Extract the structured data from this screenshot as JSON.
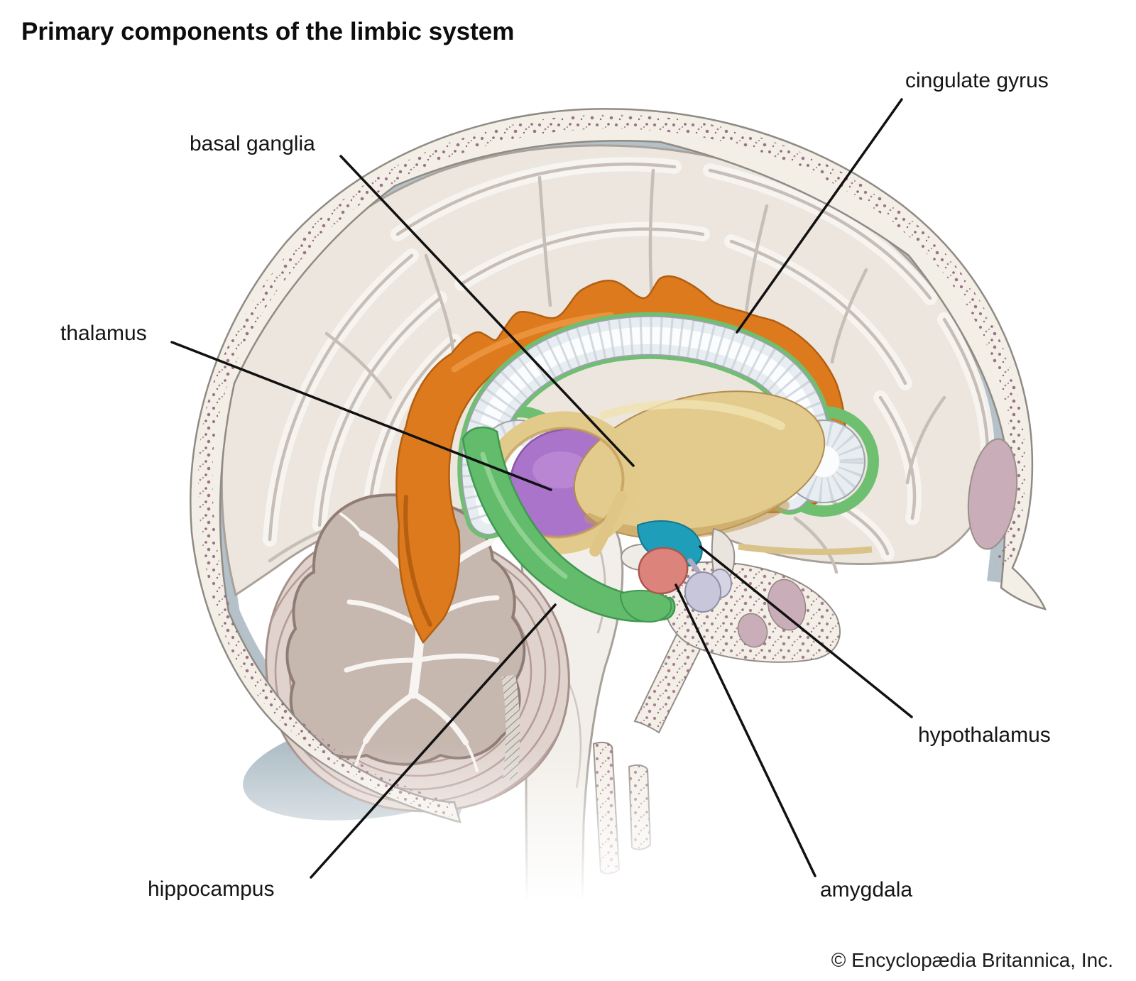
{
  "title": "Primary components of the limbic system",
  "credit": "© Encyclopædia Britannica, Inc.",
  "labels": {
    "cingulate_gyrus": "cingulate gyrus",
    "basal_ganglia": "basal ganglia",
    "thalamus": "thalamus",
    "hippocampus": "hippocampus",
    "hypothalamus": "hypothalamus",
    "amygdala": "amygdala"
  },
  "structure_colors": {
    "cingulate_gyrus": "#DD7A1E",
    "basal_ganglia": "#E2CB8C",
    "thalamus": "#AB74CB",
    "hippocampus": "#62BC6B",
    "hypothalamus": "#1F9EBA",
    "amygdala": "#DC837C"
  }
}
